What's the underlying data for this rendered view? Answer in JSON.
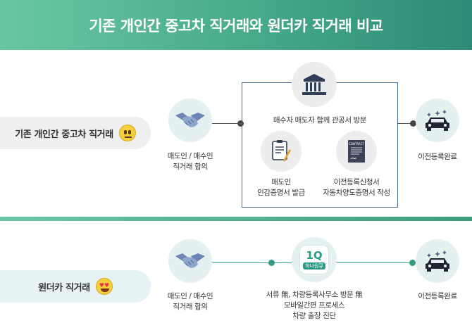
{
  "header": {
    "title": "기존 개인간 중고차 직거래와 원더카 직거래 비교"
  },
  "row1": {
    "label": "기존 개인간 중고차 직거래",
    "step1_caption": [
      "매도인 / 매수인",
      "직거래 합의"
    ],
    "visit_caption": "매수자 매도자 함께 관공서 방문",
    "seal_caption": [
      "매도인",
      "인감증명서 발급"
    ],
    "contract_caption": [
      "이전등록신청서",
      "자동차양도증명서 작성"
    ],
    "contract_icon_text": "CONTRACT",
    "done_caption": "이전등록완료"
  },
  "row2": {
    "label": "원더카 직거래",
    "step1_caption": [
      "매도인 / 매수인",
      "직거래 합의"
    ],
    "app_logo": {
      "big": "1Q",
      "small": "하나원큐"
    },
    "app_caption": [
      "서류 無, 차량등록사무소 방문 無",
      "모바일간편 프로세스",
      "차량 출장 진단"
    ],
    "done_caption": "이전등록완료"
  },
  "icons": {
    "handshake": "handshake-icon",
    "building": "government-building-icon",
    "document": "document-icon",
    "contract": "contract-icon",
    "car": "car-icon",
    "neutral_face": "neutral-face-emoji",
    "heart_eyes": "heart-eyes-emoji"
  },
  "colors": {
    "accent": "#3aa58a",
    "header": "#45a98a"
  }
}
